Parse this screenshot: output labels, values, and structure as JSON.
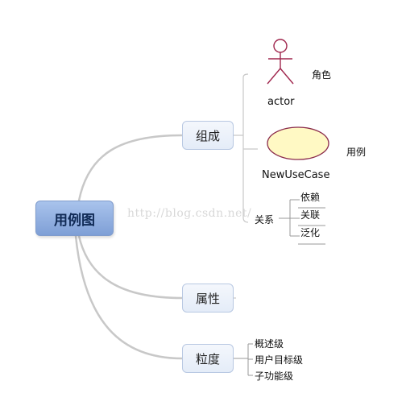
{
  "root": {
    "label": "用例图"
  },
  "branches": {
    "composition": {
      "label": "组成"
    },
    "attributes": {
      "label": "属性"
    },
    "granularity": {
      "label": "粒度"
    }
  },
  "composition": {
    "actor_caption": "actor",
    "actor_label": "角色",
    "usecase_caption": "NewUseCase",
    "usecase_label": "用例",
    "relations_label": "关系",
    "relations": [
      "依赖",
      "关联",
      "泛化"
    ]
  },
  "granularity_levels": [
    "概述级",
    "用户目标级",
    "子功能级"
  ],
  "watermark": "http://blog.csdn.net/",
  "colors": {
    "root_fill": "#8fb0e3",
    "actor_stroke": "#a0274e",
    "usecase_fill": "#fff9c4",
    "usecase_stroke": "#8a2a4a",
    "connector": "#c8c8c8"
  }
}
